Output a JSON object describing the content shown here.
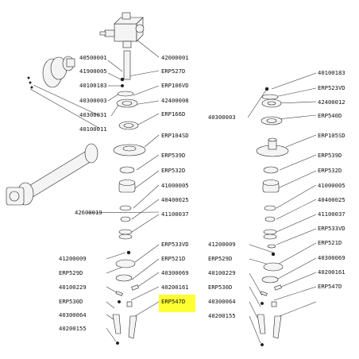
{
  "colors": {
    "highlight": "#ffff33",
    "line": "#333333",
    "text": "#111111"
  },
  "labels": {
    "p42000001": "42000001",
    "p40500001": "40500001",
    "p41900005": "41900005",
    "p40100183_l": "40100183",
    "p40300003_l": "40300003",
    "p40300031": "40300031",
    "p40100011": "40100011",
    "pERP527D": "ERP527D",
    "pERP106VD": "ERP106VD",
    "p42400008": "42400008",
    "pERP166D": "ERP166D",
    "pERP104SD": "ERP104SD",
    "pERP539D_l": "ERP539D",
    "pERP532D_l": "ERP532D",
    "p41000005_l": "41000005",
    "p40400025_l": "40400025",
    "p41100037_l": "41100037",
    "p42600019": "42600019",
    "pERP533VD_l": "ERP533VD",
    "p41200009_l": "41200009",
    "pERP529D_l": "ERP529D",
    "pERP521D_l": "ERP521D",
    "p40300069_l": "40300069",
    "p40100229_l": "40100229",
    "p40200161_l": "40200161",
    "pERP530D_l": "ERP530D",
    "pERP547D_l": "ERP547D",
    "p40300064_l": "40300064",
    "p40200155_l": "40200155",
    "p40100183_r": "40100183",
    "pERP523VD": "ERP523VD",
    "p42400012": "42400012",
    "p40300003_r": "40300003",
    "pERP540D": "ERP540D",
    "pERP105SD": "ERP105SD",
    "pERP539D_r": "ERP539D",
    "pERP532D_r": "ERP532D",
    "p41000005_r": "41000005",
    "p40400025_r": "40400025",
    "p41100037_r": "41100037",
    "pERP533VD_r": "ERP533VD",
    "p41200009_r": "41200009",
    "pERP521D_r": "ERP521D",
    "pERP529D_r": "ERP529D",
    "p40300069_r": "40300069",
    "p40100229_r": "40100229",
    "p40200161_r": "40200161",
    "pERP530D_r": "ERP530D",
    "pERP547D_r": "ERP547D",
    "p40300064_r": "40300064",
    "p40200155_r": "40200155"
  }
}
